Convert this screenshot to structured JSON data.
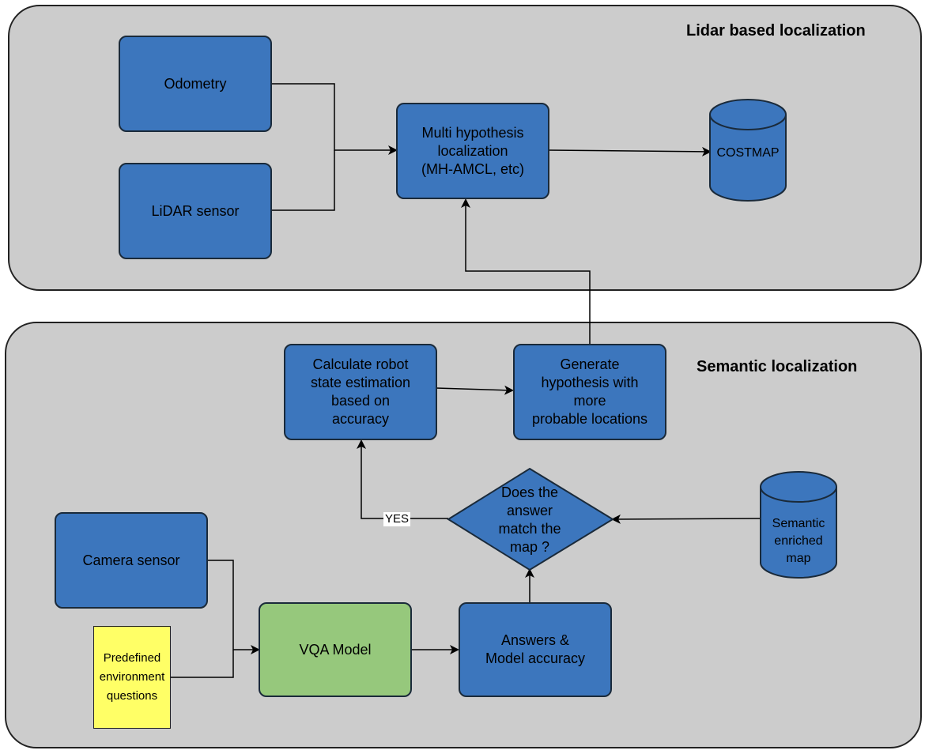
{
  "panels": {
    "lidar": {
      "title": "Lidar based localization"
    },
    "semantic": {
      "title": "Semantic localization"
    }
  },
  "nodes": {
    "odometry": "Odometry",
    "lidar_sensor": "LiDAR sensor",
    "mh_localization": "Multi hypothesis\nlocalization\n(MH-AMCL, etc)",
    "costmap": "COSTMAP",
    "calc_state": "Calculate robot\nstate estimation\nbased on\naccuracy",
    "gen_hypothesis": "Generate\nhypothesis with\nmore\nprobable locations",
    "decision": "Does the\nanswer\nmatch the\nmap ?",
    "semantic_map": "Semantic\nenriched\nmap",
    "camera_sensor": "Camera sensor",
    "predefined_questions": "Predefined\nenvironment\nquestions",
    "vqa_model": "VQA Model",
    "answers_accuracy": "Answers &\nModel accuracy"
  },
  "edges": {
    "yes_label": "YES"
  },
  "colors": {
    "panel_bg": "#cccccc",
    "box_blue": "#3c76bd",
    "box_green": "#96c87c",
    "note_yellow": "#ffff66"
  }
}
